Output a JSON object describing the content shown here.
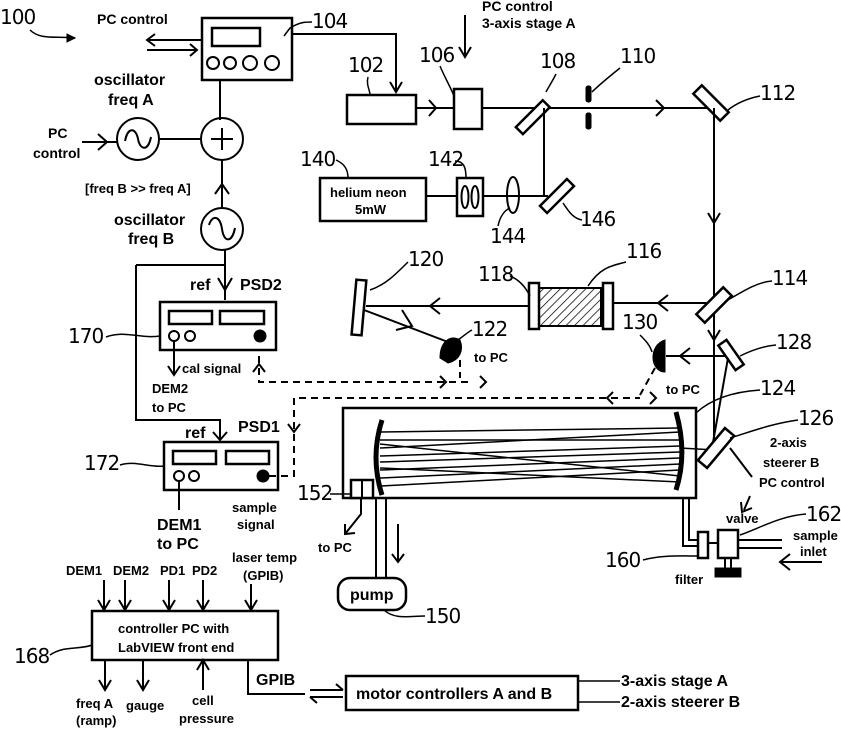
{
  "figure": {
    "ref": "100"
  },
  "refs": {
    "r102": "102",
    "r104": "104",
    "r106": "106",
    "r108": "108",
    "r110": "110",
    "r112": "112",
    "r114": "114",
    "r116": "116",
    "r118": "118",
    "r120": "120",
    "r122": "122",
    "r124": "124",
    "r126": "126",
    "r128": "128",
    "r130": "130",
    "r140": "140",
    "r142": "142",
    "r144": "144",
    "r146": "146",
    "r150": "150",
    "r152": "152",
    "r160": "160",
    "r162": "162",
    "r168": "168",
    "r170": "170",
    "r172": "172"
  },
  "labels": {
    "pc_control_top": "PC control",
    "stage_pc_control": "PC control",
    "stage_name": "3-axis stage A",
    "osc_a_line1": "oscillator",
    "osc_a_line2": "freq A",
    "pc_control_left_1": "PC",
    "pc_control_left_2": "control",
    "freq_relation": "[freq B >> freq A]",
    "osc_b_line1": "oscillator",
    "osc_b_line2": "freq B",
    "hene_line1": "helium neon",
    "hene_line2": "5mW",
    "ref2": "ref",
    "psd2": "PSD2",
    "cal_signal": "cal signal",
    "dem2_line1": "DEM2",
    "dem2_line2": "to PC",
    "ref1": "ref",
    "psd1": "PSD1",
    "dem1_line1": "DEM1",
    "dem1_line2": "to PC",
    "sample_signal_1": "sample",
    "sample_signal_2": "signal",
    "to_pc_122": "to PC",
    "to_pc_130": "to PC",
    "to_pc_152": "to PC",
    "steerer_1": "2-axis",
    "steerer_2": "steerer B",
    "steerer_3": "PC control",
    "valve": "valve",
    "sample_inlet_1": "sample",
    "sample_inlet_2": "inlet",
    "filter": "filter",
    "pump": "pump",
    "pc_inputs": [
      "DEM1",
      "DEM2",
      "PD1",
      "PD2"
    ],
    "laser_temp_1": "laser temp",
    "laser_temp_2": "(GPIB)",
    "controller_1": "controller PC with",
    "controller_2": "LabVIEW front end",
    "out_freq_1": "freq A",
    "out_freq_2": "(ramp)",
    "out_gauge": "gauge",
    "in_cell_1": "cell",
    "in_cell_2": "pressure",
    "gpib": "GPIB",
    "motor_controllers": "motor controllers A and B",
    "motor_out_1": "3-axis stage A",
    "motor_out_2": "2-axis steerer B"
  }
}
